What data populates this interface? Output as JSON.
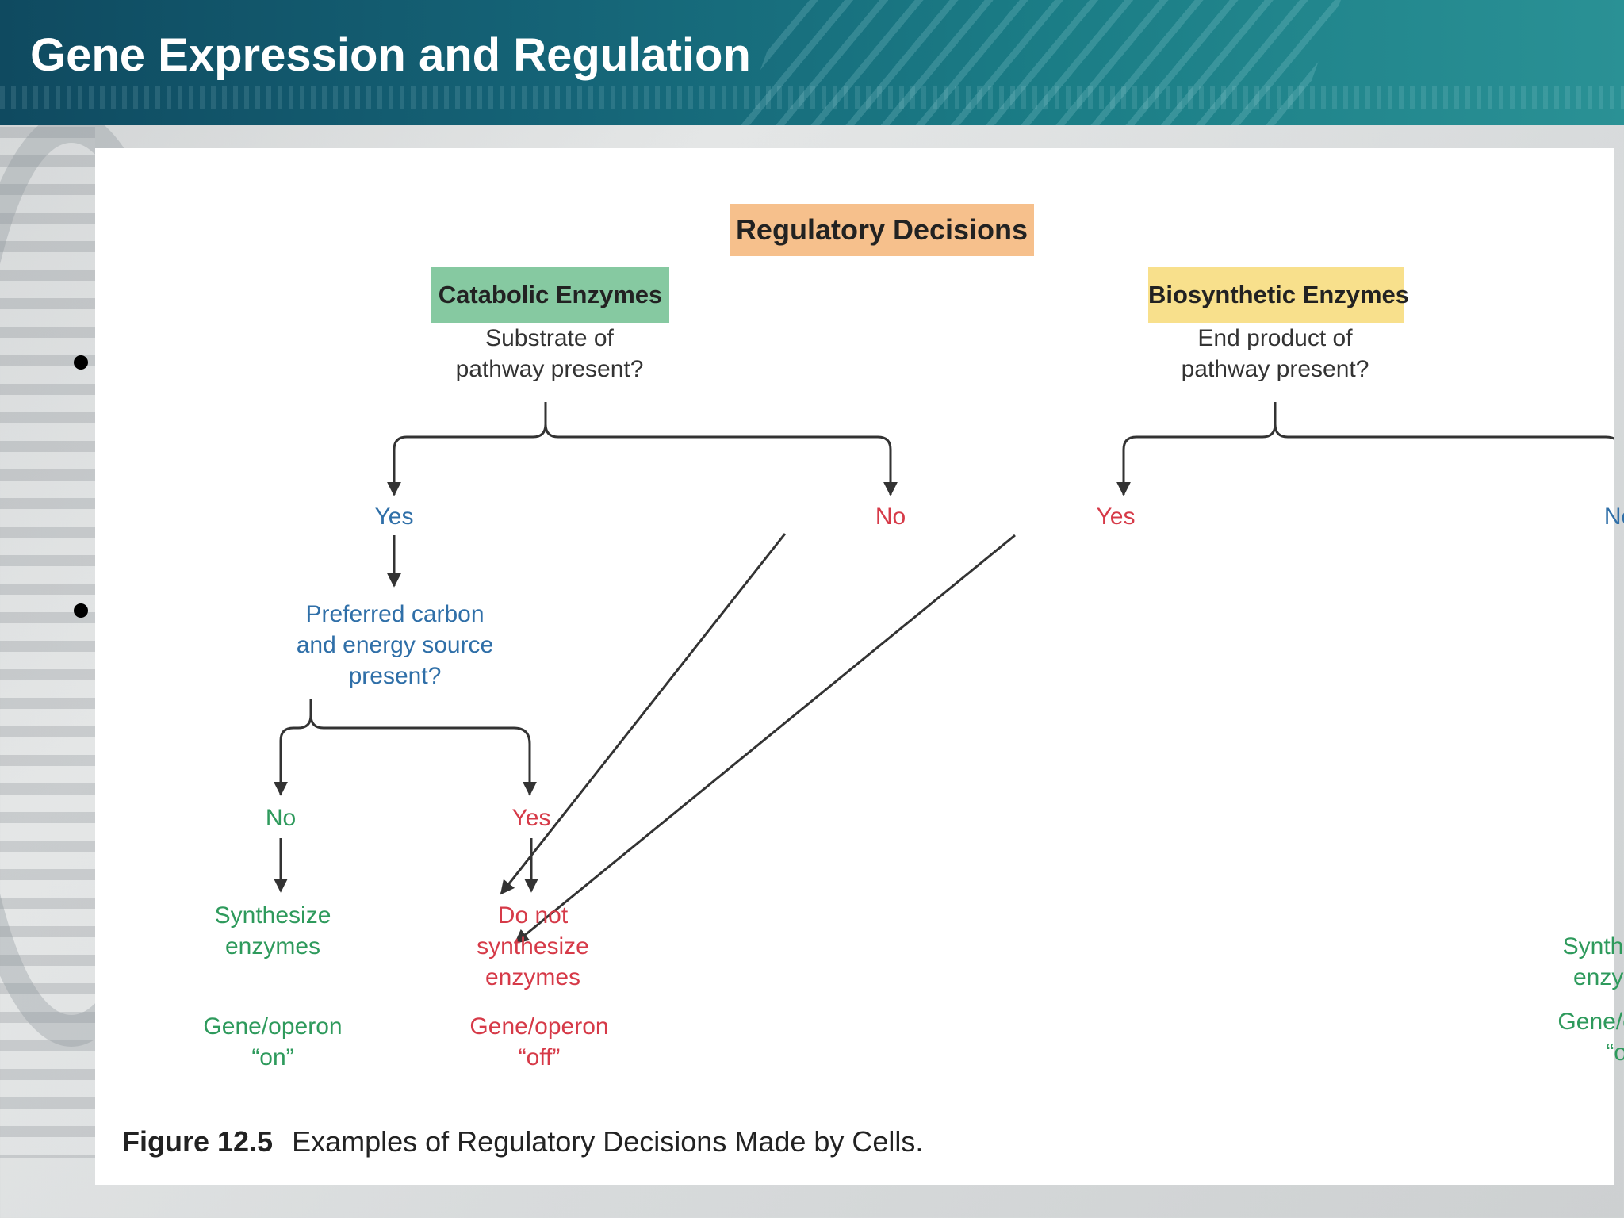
{
  "slide": {
    "title": "Gene Expression and Regulation"
  },
  "diagram": {
    "root": "Regulatory Decisions",
    "catabolic": {
      "heading": "Catabolic Enzymes",
      "question_line1": "Substrate of",
      "question_line2": "pathway present?",
      "yes": "Yes",
      "no": "No",
      "sub_question_line1": "Preferred carbon",
      "sub_question_line2": "and energy source",
      "sub_question_line3": "present?",
      "sub_no": "No",
      "sub_yes": "Yes"
    },
    "biosynthetic": {
      "heading": "Biosynthetic Enzymes",
      "question_line1": "End product of",
      "question_line2": "pathway present?",
      "yes": "Yes",
      "no": "No"
    },
    "outcomes": {
      "synth_left_line1": "Synthesize",
      "synth_left_line2": "enzymes",
      "on_left_line1": "Gene/operon",
      "on_left_line2": "“on”",
      "off_line1": "Do not",
      "off_line2": "synthesize",
      "off_line3": "enzymes",
      "off_state_line1": "Gene/operon",
      "off_state_line2": "“off”",
      "synth_right_line1": "Synthesize",
      "synth_right_line2": "enzymes",
      "on_right_line1": "Gene/operon",
      "on_right_line2": "“on”"
    },
    "caption_label": "Figure 12.5",
    "caption_text": "Examples of Regulatory Decisions Made by Cells.",
    "colors": {
      "root_box": "#f6c08c",
      "catabolic_box": "#86c9a1",
      "biosynthetic_box": "#f8e08c",
      "blue_text": "#2f6fa8",
      "red_text": "#d63a48",
      "green_text": "#2e9a5c"
    }
  }
}
